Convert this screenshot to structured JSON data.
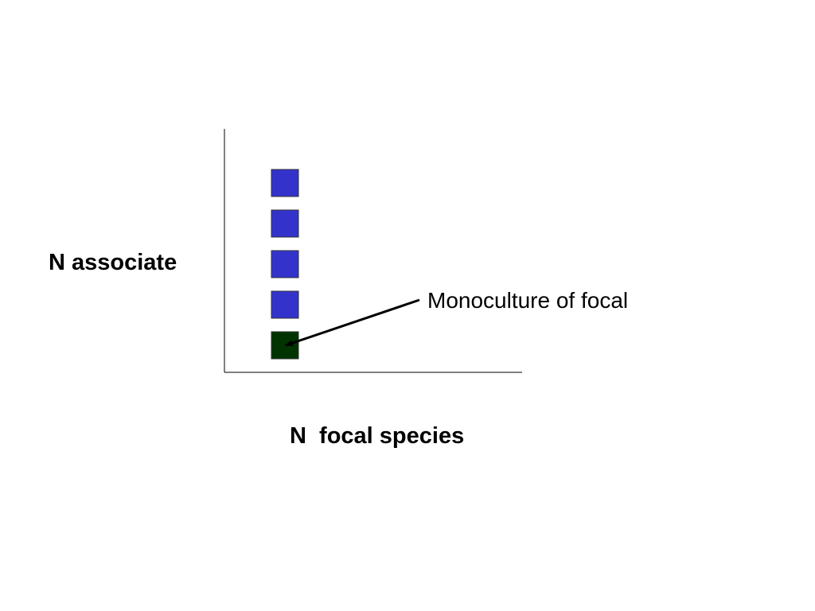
{
  "labels": {
    "y_axis": "N associate",
    "x_axis": "N  focal species",
    "annotation": "Monoculture of focal"
  },
  "squares": [
    {
      "kind": "associate",
      "color": "#3333cc"
    },
    {
      "kind": "associate",
      "color": "#3333cc"
    },
    {
      "kind": "associate",
      "color": "#3333cc"
    },
    {
      "kind": "associate",
      "color": "#3333cc"
    },
    {
      "kind": "focal",
      "color": "#003300"
    }
  ],
  "colors": {
    "axis": "#000000",
    "square_border": "#333333"
  }
}
